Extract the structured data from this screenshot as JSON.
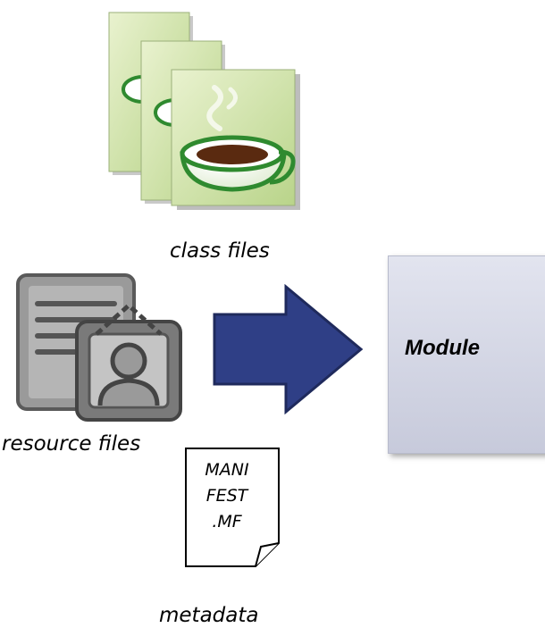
{
  "labels": {
    "class_files": "class files",
    "resource_files": "resource files",
    "metadata": "metadata",
    "module": "Module",
    "manifest_lines": [
      "MANI",
      "FEST",
      ".MF"
    ]
  },
  "icons": {
    "class_files": "coffee-cup-document-stack-icon",
    "resource_files": "document-with-portrait-icon",
    "arrow": "arrow-right-icon",
    "manifest": "folded-page-icon"
  },
  "colors": {
    "arrow_fill": "#2f3f86",
    "module_fill": "#d4d6e4",
    "page_green": "#cfe3a8",
    "cup_green": "#2f8a2f"
  }
}
